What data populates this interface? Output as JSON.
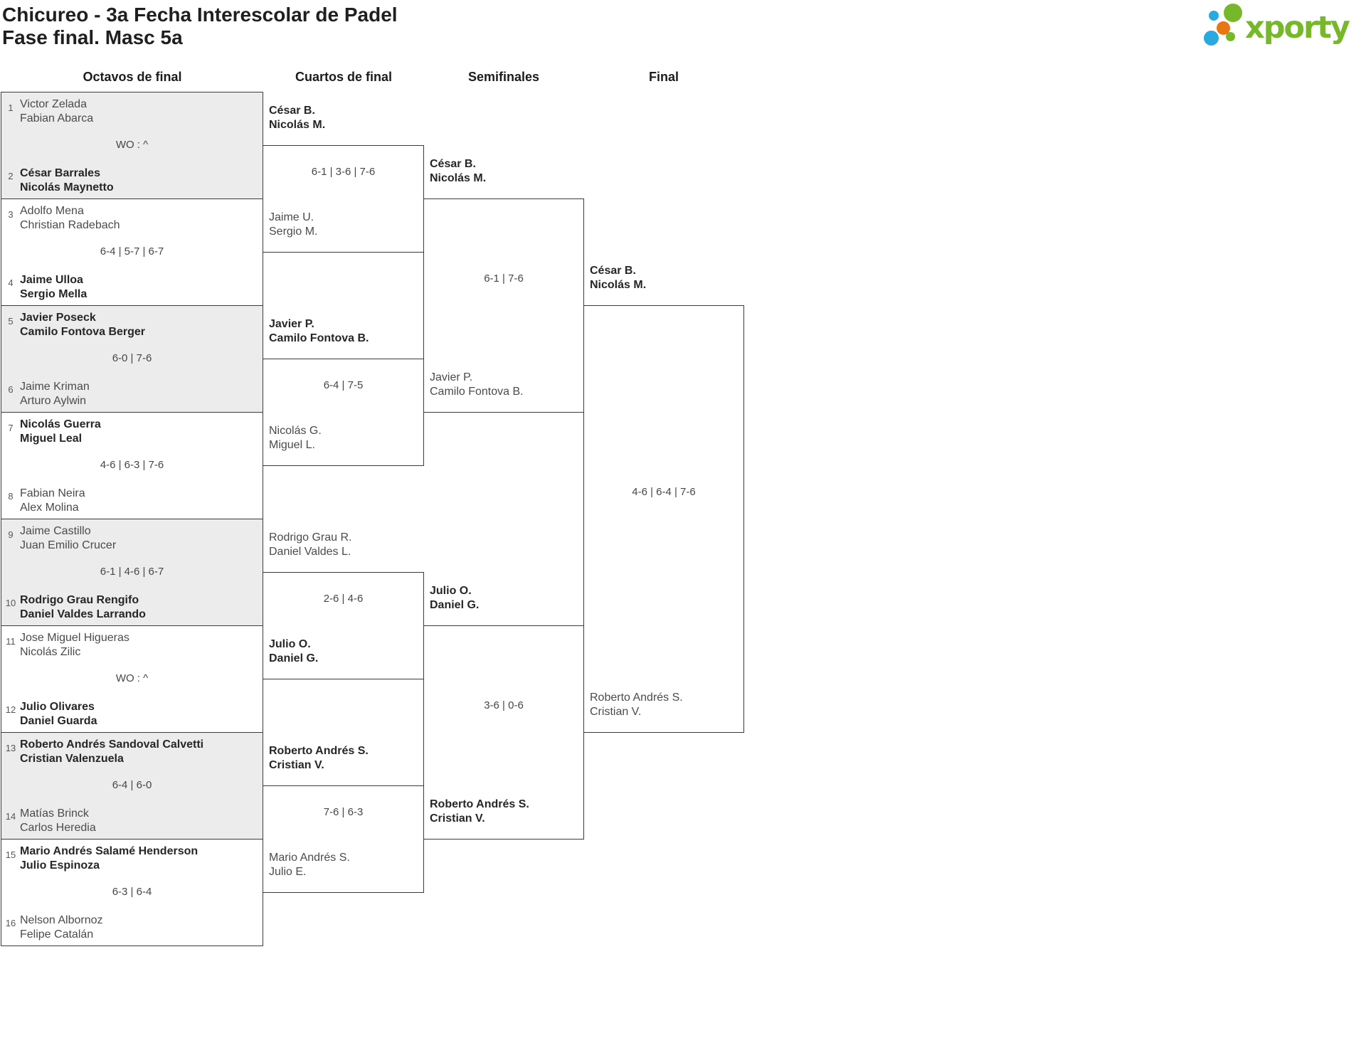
{
  "page": {
    "title": "Chicureo - 3a Fecha Interescolar de Padel",
    "subtitle": "Fase final. Masc 5a"
  },
  "logo": {
    "text": "xporty",
    "green": "#76b82a",
    "blue": "#2aa9e0",
    "orange": "#e87613"
  },
  "round_headers": [
    "Octavos de final",
    "Cuartos de final",
    "Semifinales",
    "Final"
  ],
  "bracket": {
    "octavos": [
      {
        "seed_top": "1",
        "team_top": [
          "Victor Zelada",
          "Fabian Abarca"
        ],
        "score": "WO : ^",
        "seed_bottom": "2",
        "team_bottom": [
          "César Barrales",
          "Nicolás Maynetto"
        ],
        "winner": "bottom"
      },
      {
        "seed_top": "3",
        "team_top": [
          "Adolfo Mena",
          "Christian Radebach"
        ],
        "score": "6-4 | 5-7 | 6-7",
        "seed_bottom": "4",
        "team_bottom": [
          "Jaime Ulloa",
          "Sergio Mella"
        ],
        "winner": "bottom"
      },
      {
        "seed_top": "5",
        "team_top": [
          "Javier Poseck",
          "Camilo Fontova Berger"
        ],
        "score": "6-0 | 7-6",
        "seed_bottom": "6",
        "team_bottom": [
          "Jaime Kriman",
          "Arturo Aylwin"
        ],
        "winner": "top"
      },
      {
        "seed_top": "7",
        "team_top": [
          "Nicolás Guerra",
          "Miguel Leal"
        ],
        "score": "4-6 | 6-3 | 7-6",
        "seed_bottom": "8",
        "team_bottom": [
          "Fabian Neira",
          "Alex Molina"
        ],
        "winner": "top"
      },
      {
        "seed_top": "9",
        "team_top": [
          "Jaime Castillo",
          "Juan Emilio Crucer"
        ],
        "score": "6-1 | 4-6 | 6-7",
        "seed_bottom": "10",
        "team_bottom": [
          "Rodrigo Grau Rengifo",
          "Daniel Valdes Larrando"
        ],
        "winner": "bottom"
      },
      {
        "seed_top": "11",
        "team_top": [
          "Jose Miguel Higueras",
          "Nicolás Zilic"
        ],
        "score": "WO : ^",
        "seed_bottom": "12",
        "team_bottom": [
          "Julio Olivares",
          "Daniel Guarda"
        ],
        "winner": "bottom"
      },
      {
        "seed_top": "13",
        "team_top": [
          "Roberto Andrés Sandoval Calvetti",
          "Cristian Valenzuela"
        ],
        "score": "6-4 | 6-0",
        "seed_bottom": "14",
        "team_bottom": [
          "Matías Brinck",
          "Carlos Heredia"
        ],
        "winner": "top"
      },
      {
        "seed_top": "15",
        "team_top": [
          "Mario Andrés Salamé Henderson",
          "Julio Espinoza"
        ],
        "score": "6-3 | 6-4",
        "seed_bottom": "16",
        "team_bottom": [
          "Nelson Albornoz",
          "Felipe Catalán"
        ],
        "winner": "top"
      }
    ],
    "cuartos": [
      {
        "team_top": [
          "César B.",
          "Nicolás M."
        ],
        "score": "6-1 | 3-6 | 7-6",
        "team_bottom": [
          "Jaime U.",
          "Sergio M."
        ],
        "winner": "top"
      },
      {
        "team_top": [
          "Javier P.",
          "Camilo Fontova B."
        ],
        "score": "6-4 | 7-5",
        "team_bottom": [
          "Nicolás G.",
          "Miguel L."
        ],
        "winner": "top"
      },
      {
        "team_top": [
          "Rodrigo Grau R.",
          "Daniel Valdes L."
        ],
        "score": "2-6 | 4-6",
        "team_bottom": [
          "Julio O.",
          "Daniel G."
        ],
        "winner": "bottom"
      },
      {
        "team_top": [
          "Roberto Andrés S.",
          "Cristian V."
        ],
        "score": "7-6 | 6-3",
        "team_bottom": [
          "Mario Andrés S.",
          "Julio E."
        ],
        "winner": "top"
      }
    ],
    "semifinales": [
      {
        "team_top": [
          "César B.",
          "Nicolás M."
        ],
        "score": "6-1 | 7-6",
        "team_bottom": [
          "Javier P.",
          "Camilo Fontova B."
        ],
        "winner": "top"
      },
      {
        "team_top": [
          "Julio O.",
          "Daniel G."
        ],
        "score": "3-6 | 0-6",
        "team_bottom": [
          "Roberto Andrés S.",
          "Cristian V."
        ],
        "winner": "bottom"
      }
    ],
    "final": {
      "team_top": [
        "César B.",
        "Nicolás M."
      ],
      "score": "4-6 | 6-4 | 7-6",
      "team_bottom": [
        "Roberto Andrés S.",
        "Cristian V."
      ],
      "winner": "top"
    }
  }
}
